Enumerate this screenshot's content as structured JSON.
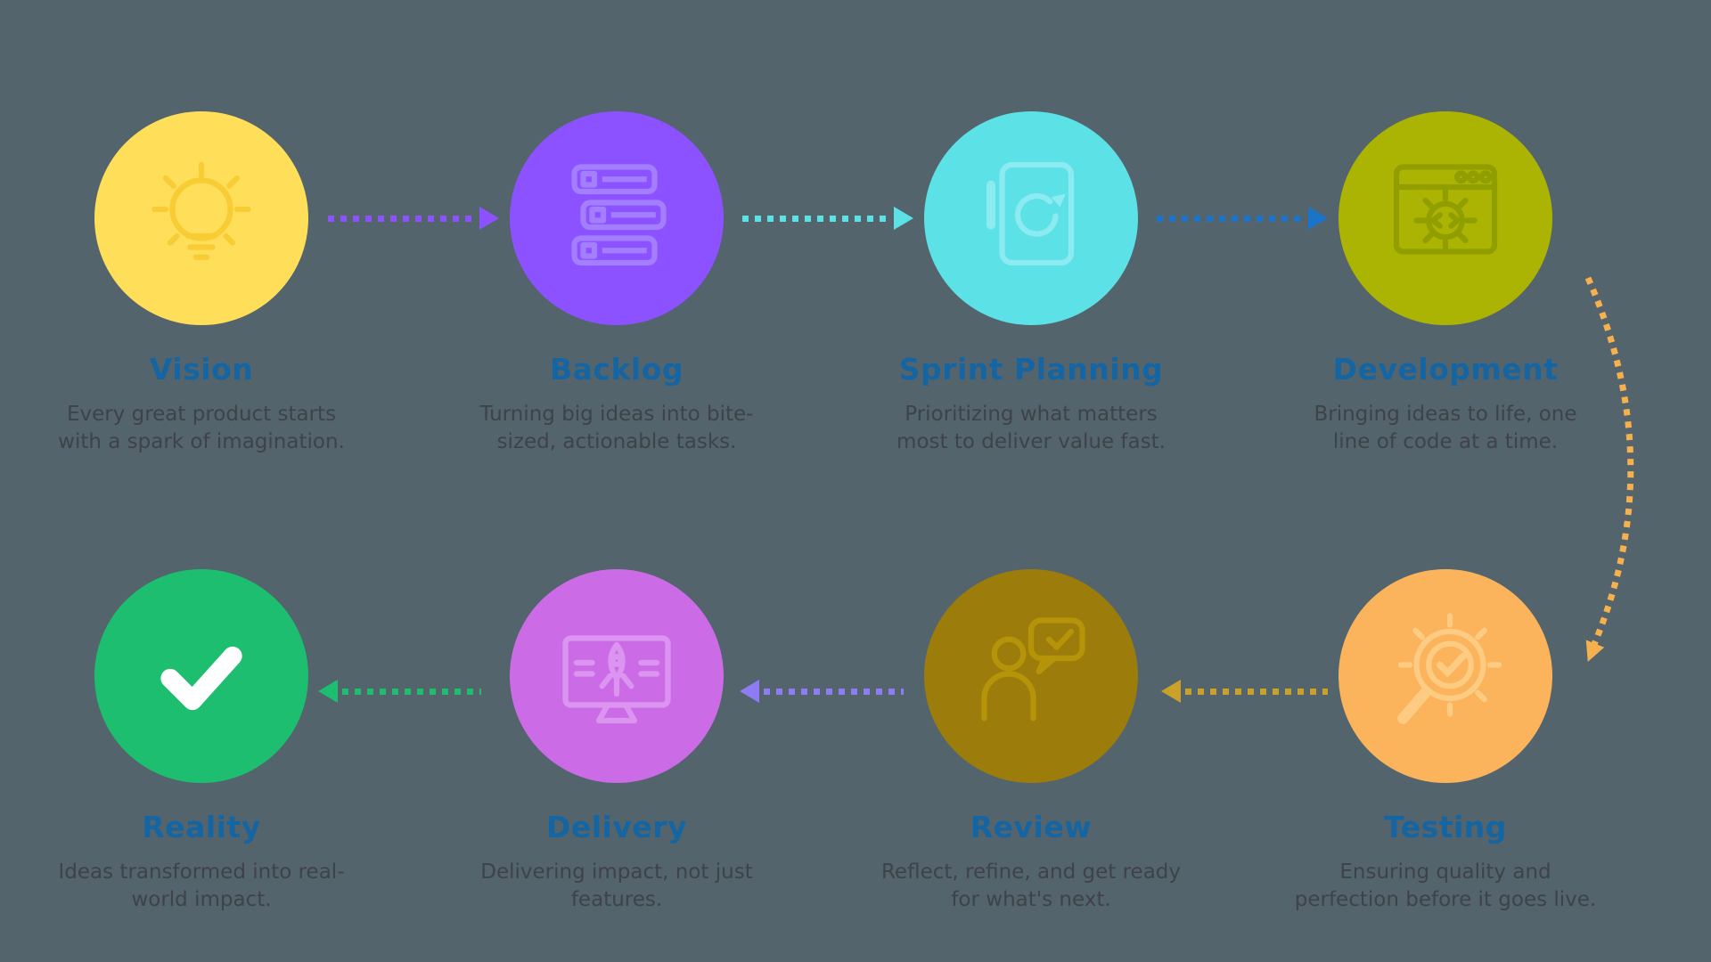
{
  "colors": {
    "background": "#54646D",
    "title_blue": "#1565A3",
    "description_gray": "#3E4249"
  },
  "steps": [
    {
      "id": "vision",
      "title": "Vision",
      "desc_lines": [
        "Every great product starts",
        "with a spark of imagination."
      ],
      "circle_color": "#FFDE59",
      "icon": "lightbulb-icon",
      "icon_color": "#F7C92E"
    },
    {
      "id": "backlog",
      "title": "Backlog",
      "desc_lines": [
        "Turning big ideas into bite-",
        "sized, actionable tasks."
      ],
      "circle_color": "#8C52FF",
      "icon": "task-list-icon",
      "icon_color": "#A684FF"
    },
    {
      "id": "sprint-planning",
      "title": "Sprint Planning",
      "desc_lines": [
        "Prioritizing what matters",
        "most to deliver value fast."
      ],
      "circle_color": "#5CE1E6",
      "icon": "sprint-cycle-clipboard-icon",
      "icon_color": "#8FECF2"
    },
    {
      "id": "development",
      "title": "Development",
      "desc_lines": [
        "Bringing ideas to life, one",
        "line of code at a time."
      ],
      "circle_color": "#ABB402",
      "icon": "code-window-gear-icon",
      "icon_color": "#8F9C00"
    },
    {
      "id": "testing",
      "title": "Testing",
      "desc_lines": [
        "Ensuring quality and",
        "perfection before it goes live."
      ],
      "circle_color": "#FBB35C",
      "icon": "gear-check-magnifier-icon",
      "icon_color": "#FFCD86"
    },
    {
      "id": "review",
      "title": "Review",
      "desc_lines": [
        "Reflect, refine, and get ready",
        "for what's next."
      ],
      "circle_color": "#9C7D0C",
      "icon": "person-feedback-bubble-icon",
      "icon_color": "#B6940A"
    },
    {
      "id": "delivery",
      "title": "Delivery",
      "desc_lines": [
        "Delivering impact, not just",
        "features."
      ],
      "circle_color": "#CB6CE6",
      "icon": "rocket-monitor-icon",
      "icon_color": "#DE9CF2"
    },
    {
      "id": "reality",
      "title": "Reality",
      "desc_lines": [
        "Ideas transformed into real-",
        "world impact."
      ],
      "circle_color": "#1DBE70",
      "icon": "checkmark-icon",
      "icon_color": "#FFFFFF"
    }
  ],
  "arrows": [
    {
      "from": "vision",
      "to": "backlog",
      "direction": "right",
      "color": "#8C52FF"
    },
    {
      "from": "backlog",
      "to": "sprint-planning",
      "direction": "right",
      "color": "#5CE1E6"
    },
    {
      "from": "sprint-planning",
      "to": "development",
      "direction": "right",
      "color": "#1B74C8"
    },
    {
      "from": "development",
      "to": "testing",
      "direction": "curved-down",
      "color": "#F7B04E"
    },
    {
      "from": "testing",
      "to": "review",
      "direction": "left",
      "color": "#C9A227"
    },
    {
      "from": "review",
      "to": "delivery",
      "direction": "left",
      "color": "#8E7CF2"
    },
    {
      "from": "delivery",
      "to": "reality",
      "direction": "left",
      "color": "#1DBE70"
    }
  ]
}
